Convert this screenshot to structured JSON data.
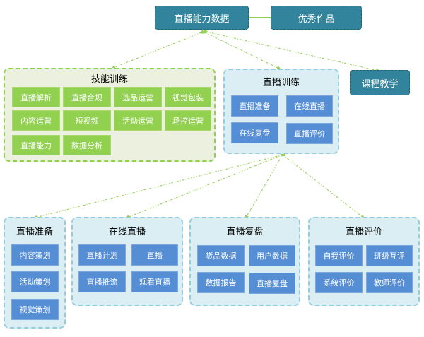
{
  "top": {
    "data_box": "直播能力数据",
    "works_box": "优秀作品",
    "course_box": "课程教学"
  },
  "skills": {
    "title": "技能训练",
    "items": [
      "直播解析",
      "直播合规",
      "选品运营",
      "视觉包装",
      "内容运营",
      "短视频",
      "活动运营",
      "场控运营",
      "直播能力",
      "数据分析"
    ]
  },
  "training": {
    "title": "直播训练",
    "items": [
      "直播准备",
      "在线直播",
      "在线复盘",
      "直播评价"
    ]
  },
  "prep": {
    "title": "直播准备",
    "items": [
      "内容策划",
      "活动策划",
      "视觉策划"
    ]
  },
  "online": {
    "title": "在线直播",
    "items": [
      "直播计划",
      "直播",
      "直播推流",
      "观看直播"
    ]
  },
  "review": {
    "title": "直播复盘",
    "items": [
      "货品数据",
      "用户数据",
      "数据报告",
      "直播复盘"
    ]
  },
  "evaluation": {
    "title": "直播评价",
    "items": [
      "自我评价",
      "班级互评",
      "系统评价",
      "教师评价"
    ]
  },
  "colors": {
    "teal": "#31849b",
    "green_item": "#92d050",
    "green_group": "#ebf1de",
    "blue_item": "#558ed5",
    "blue_group": "#daeef3",
    "connector": "#92d050"
  }
}
